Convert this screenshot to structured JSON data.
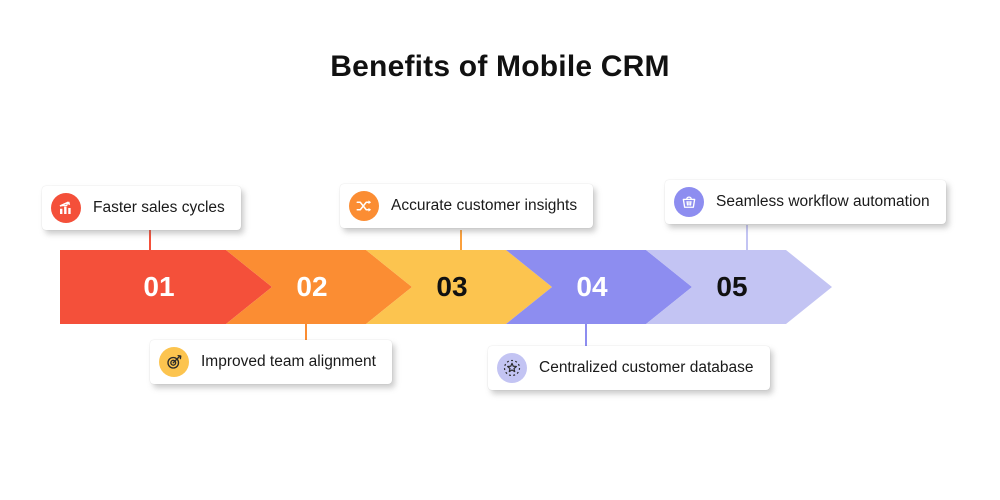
{
  "title": "Benefits of Mobile CRM",
  "steps": [
    {
      "number": "01",
      "label": "Faster sales cycles",
      "position": "top",
      "arrow_color": "#f4503a",
      "number_color": "#ffffff",
      "connector_color": "#f4503a",
      "icon": "bar-chart-icon",
      "icon_bg": "#f4503a",
      "icon_fg": "#ffffff"
    },
    {
      "number": "02",
      "label": "Improved team alignment",
      "position": "bottom",
      "arrow_color": "#fb8d33",
      "number_color": "#ffffff",
      "connector_color": "#fb8d33",
      "icon": "target-icon",
      "icon_bg": "#fcc44f",
      "icon_fg": "#2b2b2b"
    },
    {
      "number": "03",
      "label": "Accurate customer insights",
      "position": "top",
      "arrow_color": "#fcc44f",
      "number_color": "#111111",
      "connector_color": "#fba03c",
      "icon": "shuffle-icon",
      "icon_bg": "#fb8d33",
      "icon_fg": "#ffffff"
    },
    {
      "number": "04",
      "label": "Centralized customer database",
      "position": "bottom",
      "arrow_color": "#8d8df0",
      "number_color": "#ffffff",
      "connector_color": "#8d8df0",
      "icon": "star-badge-icon",
      "icon_bg": "#c3c4f3",
      "icon_fg": "#2b2b2b"
    },
    {
      "number": "05",
      "label": "Seamless workflow automation",
      "position": "top",
      "arrow_color": "#c3c4f3",
      "number_color": "#111111",
      "connector_color": "#c3c4f3",
      "icon": "basket-icon",
      "icon_bg": "#8d8df0",
      "icon_fg": "#ffffff"
    }
  ]
}
